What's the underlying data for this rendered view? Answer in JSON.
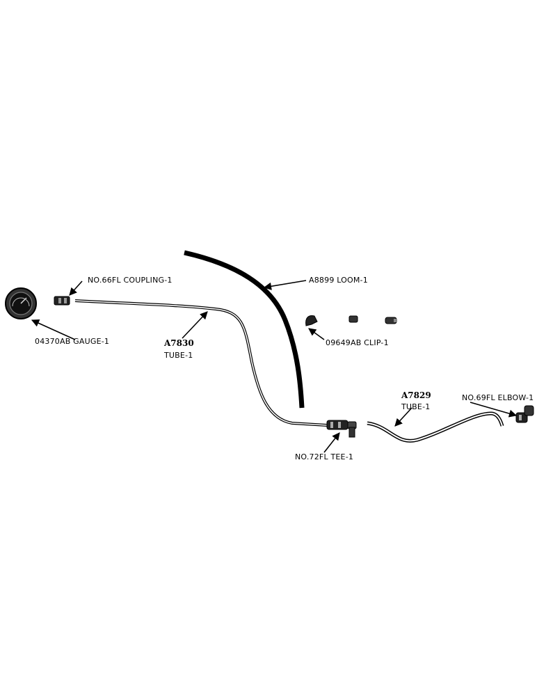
{
  "parts": {
    "gauge": {
      "label": "04370AB GAUGE-1"
    },
    "coupling": {
      "label": "NO.66FL COUPLING-1"
    },
    "tube_a7830": {
      "number": "A7830",
      "label": "TUBE-1"
    },
    "loom": {
      "label": "A8899  LOOM-1"
    },
    "clip": {
      "label": "09649AB CLIP-1"
    },
    "tee": {
      "label": "NO.72FL TEE-1"
    },
    "tube_a7829": {
      "number": "A7829",
      "label": "TUBE-1"
    },
    "elbow": {
      "label": "NO.69FL ELBOW-1"
    }
  },
  "colors": {
    "ink": "#000000",
    "paper": "#ffffff"
  }
}
